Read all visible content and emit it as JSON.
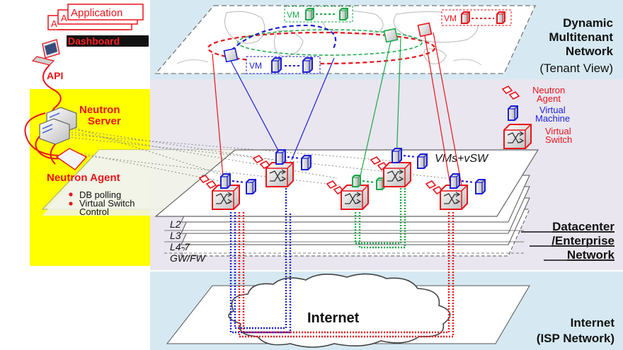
{
  "app_stack": {
    "application_label": "Application",
    "app_letter_a": "A",
    "dashboard_label": "Dashboard",
    "api_label": "API"
  },
  "neutron": {
    "server_line1": "Neutron",
    "server_line2": "Server",
    "agent_label": "Neutron Agent",
    "agent_bullets": [
      "DB polling",
      "Virtual Switch",
      "Control"
    ]
  },
  "legend": {
    "agent_line1": "Neutron",
    "agent_line2": "Agent",
    "vm_line1": "Virtual",
    "vm_line2": "Machine",
    "vsw_line1": "Virtual",
    "vsw_line2": "Switch"
  },
  "tenant_map": {
    "vm_label": "VM"
  },
  "layers": {
    "vms_vsw": "VMs+vSW",
    "l2": "L2",
    "l3": "L3",
    "l47": "L4-7",
    "gwfw": "GW/FW"
  },
  "internet_label": "Internet",
  "side_labels": {
    "dynamic": [
      "Dynamic",
      "Multitenant",
      "Network",
      "(Tenant View)"
    ],
    "datacenter": [
      "Datacenter",
      "/Enterprise",
      "Network"
    ],
    "internet": [
      "Internet",
      "(ISP Network)"
    ]
  },
  "colors": {
    "red": "#e8141b",
    "blue": "#1c1fd6",
    "green": "#1aa84a",
    "panel_blue": "#d6e9f2",
    "panel_lavender": "#e9e6f0",
    "yellow": "#ffff00"
  }
}
